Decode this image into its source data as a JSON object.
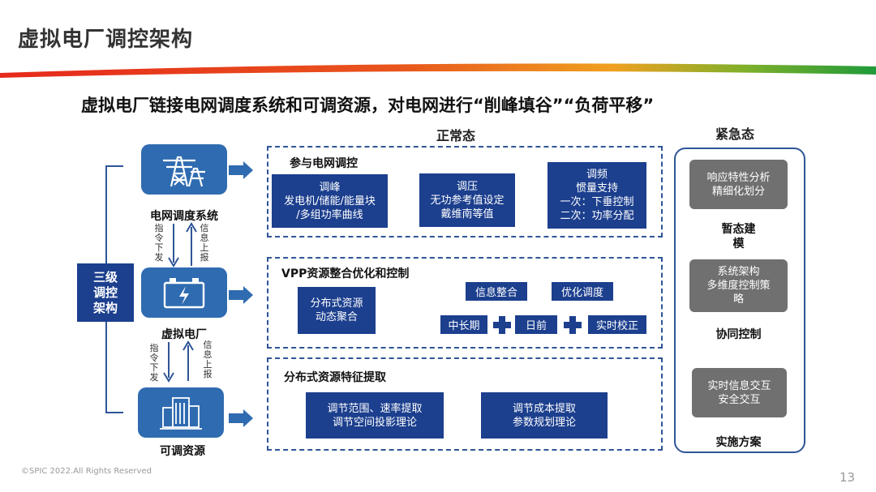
{
  "header": {
    "title": "虚拟电厂调控架构",
    "subtitle": "虚拟电厂链接电网调度系统和可调资源，对电网进行“削峰填谷”“负荷平移”"
  },
  "sections": {
    "normal": "正常态",
    "emergency": "紧急态"
  },
  "left": {
    "tiers_box": "三级\n调控\n架构",
    "grid_label": "电网调度系统",
    "vpp_label": "虚拟电厂",
    "resource_label": "可调资源",
    "down_label_1": "指令下发",
    "up_label_1": "信息上报",
    "down_label_2": "指令下发",
    "up_label_2": "信息上报"
  },
  "panel_dispatch": {
    "title": "参与电网调控",
    "boxes": [
      {
        "lines": [
          "调峰",
          "发电机/储能/能量块",
          "/多组功率曲线"
        ]
      },
      {
        "lines": [
          "调压",
          "无功参考值设定",
          "戴维南等值"
        ]
      },
      {
        "lines": [
          "调频",
          "惯量支持",
          "一次：下垂控制",
          "二次：功率分配"
        ]
      }
    ]
  },
  "panel_vpp": {
    "title": "VPP资源整合优化和控制",
    "main_box": [
      "分布式资源",
      "动态聚合"
    ],
    "info_integration": "信息整合",
    "optimize_dispatch": "优化调度",
    "mid_long": "中长期",
    "day_ahead": "日前",
    "realtime": "实时校正"
  },
  "panel_feature": {
    "title": "分布式资源特征提取",
    "boxes": [
      {
        "lines": [
          "调节范围、速率提取",
          "调节空间投影理论"
        ]
      },
      {
        "lines": [
          "调节成本提取",
          "参数规划理论"
        ]
      }
    ]
  },
  "emergency_panel": {
    "box1": [
      "响应特性分析",
      "精细化划分"
    ],
    "label1": "暂态建\n模",
    "box2": [
      "系统架构",
      "多维度控制策",
      "略"
    ],
    "label2": "协同控制",
    "box3": [
      "实时信息交互",
      "安全交互"
    ],
    "label3": "实施方案"
  },
  "footer": {
    "copyright": "©SPIC 2022.All Rights Reserved",
    "page": "13"
  },
  "colors": {
    "primary": "#1c3f8e",
    "tile": "#2f6bb0",
    "gray_box": "#707070",
    "band_red": "#e6291c",
    "band_green": "#1f9a3a"
  },
  "icons": {
    "grid": "power-tower-icon",
    "vpp": "battery-icon",
    "resource": "building-icon",
    "plus": "plus-icon"
  }
}
